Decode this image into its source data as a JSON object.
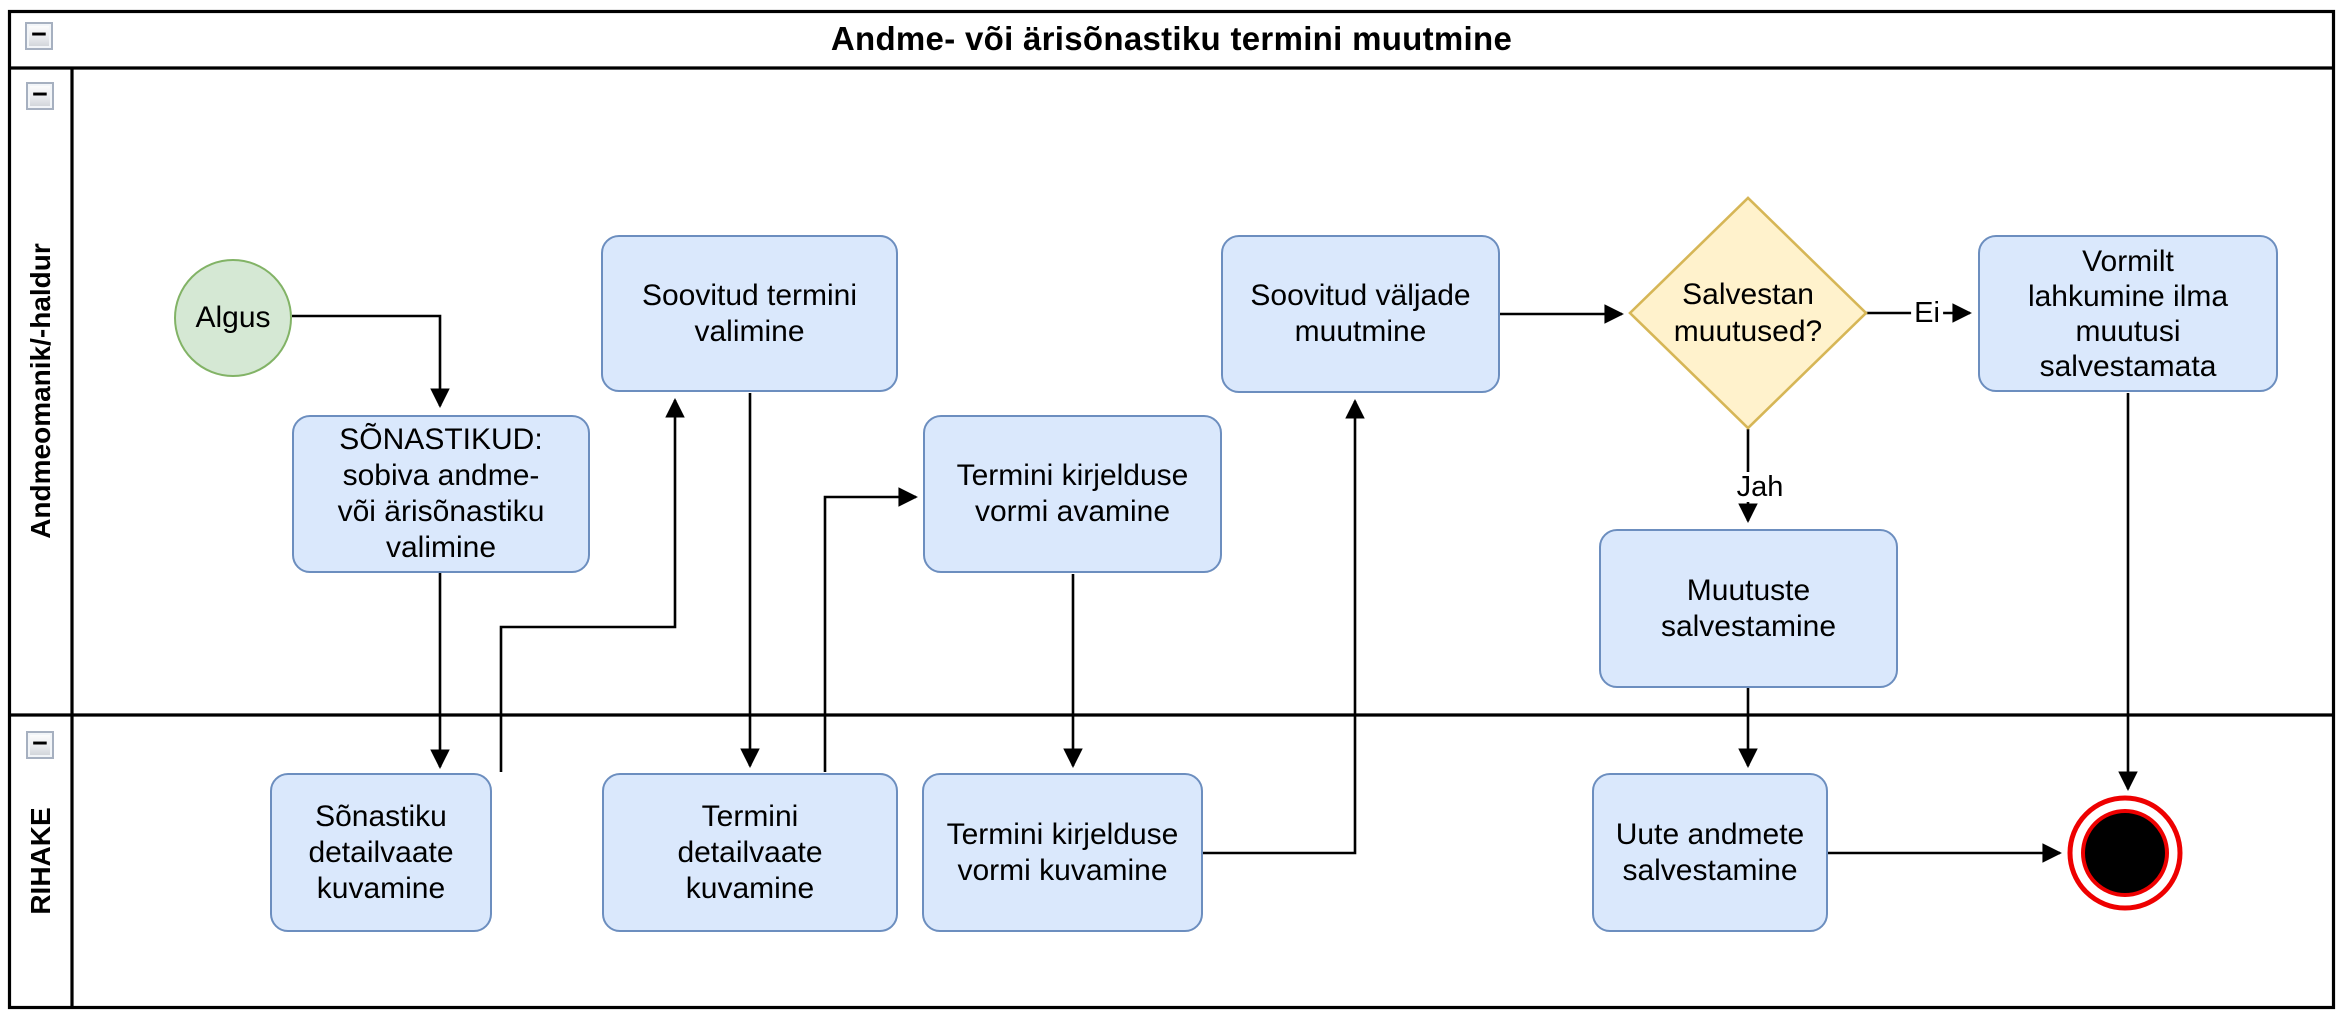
{
  "pool": {
    "title": "Andme- või ärisõnastiku termini muutmine",
    "collapse_glyph": "−",
    "lanes": [
      {
        "label": "Andmeomanik/-haldur"
      },
      {
        "label": "RIHAKE"
      }
    ]
  },
  "nodes": {
    "start": {
      "label": "Algus"
    },
    "sonastikud": {
      "label": "SÕNASTIKUD:\nsobiva andme-\nvõi ärisõnastiku\nvalimine"
    },
    "soovitud_termini": {
      "label": "Soovitud termini\nvalimine"
    },
    "vormi_avamine": {
      "label": "Termini kirjelduse\nvormi avamine"
    },
    "valjade_muutmine": {
      "label": "Soovitud väljade\nmuutmine"
    },
    "gateway": {
      "label": "Salvestan\nmuutused?"
    },
    "vormilt_lahkumine": {
      "label": "Vormilt\nlahkumine ilma\nmuutusi\nsalvestamata"
    },
    "muutuste_salvestamine": {
      "label": "Muutuste\nsalvestamine"
    },
    "sonastiku_detailvaade": {
      "label": "Sõnastiku\ndetailvaate\nkuvamine"
    },
    "termini_detailvaade": {
      "label": "Termini\ndetailvaate\nkuvamine"
    },
    "vormi_kuvamine": {
      "label": "Termini kirjelduse\nvormi kuvamine"
    },
    "uute_andmete": {
      "label": "Uute andmete\nsalvestamine"
    }
  },
  "edge_labels": {
    "ei": "Ei",
    "jah": "Jah"
  },
  "colors": {
    "task_fill": "#dae8fc",
    "task_stroke": "#6c8ebf",
    "start_fill": "#d5e8d4",
    "start_stroke": "#82b366",
    "gateway_fill": "#fff2cc",
    "gateway_stroke": "#d6b656",
    "end_stroke": "#ee0000",
    "end_fill": "#000000"
  }
}
